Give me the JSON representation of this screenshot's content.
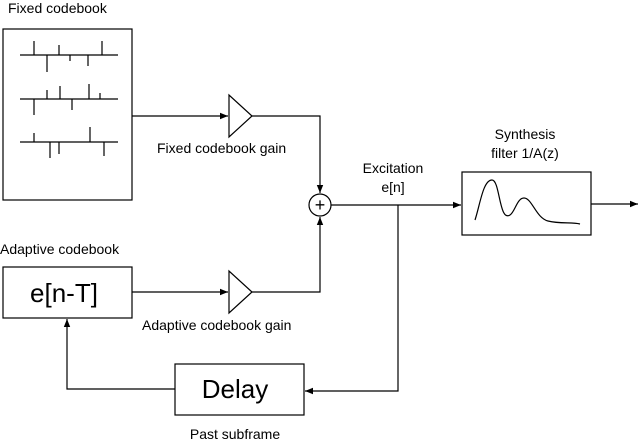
{
  "labels": {
    "fixed_codebook": "Fixed codebook",
    "fixed_gain": "Fixed codebook gain",
    "adaptive_codebook": "Adaptive codebook",
    "adaptive_gain": "Adaptive codebook gain",
    "excitation_line1": "Excitation",
    "excitation_line2": "e[n]",
    "synthesis_line1": "Synthesis",
    "synthesis_line2": "filter 1/A(z)",
    "past_subframe": "Past subframe"
  },
  "blocks": {
    "adaptive_codebook_text": "e[n-T]",
    "delay_text": "Delay",
    "adder_symbol": "+"
  },
  "colors": {
    "stroke": "#000000",
    "fill": "#ffffff"
  }
}
